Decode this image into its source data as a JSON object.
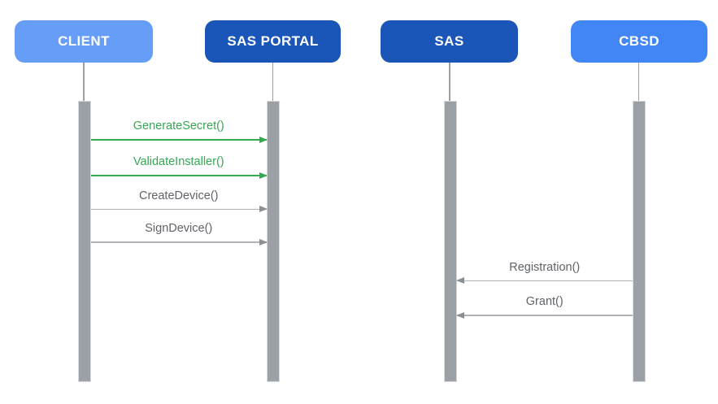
{
  "diagram_type": "sequence-diagram",
  "actors": [
    {
      "id": "client",
      "label": "CLIENT"
    },
    {
      "id": "sas_portal",
      "label": "SAS PORTAL"
    },
    {
      "id": "sas",
      "label": "SAS"
    },
    {
      "id": "cbsd",
      "label": "CBSD"
    }
  ],
  "messages": [
    {
      "label": "GenerateSecret()",
      "from": "CLIENT",
      "to": "SAS PORTAL",
      "direction": "right",
      "emphasis": "green"
    },
    {
      "label": "ValidateInstaller()",
      "from": "CLIENT",
      "to": "SAS PORTAL",
      "direction": "right",
      "emphasis": "green"
    },
    {
      "label": "CreateDevice()",
      "from": "CLIENT",
      "to": "SAS PORTAL",
      "direction": "right",
      "emphasis": "gray"
    },
    {
      "label": "SignDevice()",
      "from": "CLIENT",
      "to": "SAS PORTAL",
      "direction": "right",
      "emphasis": "gray"
    },
    {
      "label": "Registration()",
      "from": "CBSD",
      "to": "SAS",
      "direction": "left",
      "emphasis": "gray"
    },
    {
      "label": "Grant()",
      "from": "CBSD",
      "to": "SAS",
      "direction": "left",
      "emphasis": "gray"
    }
  ],
  "colors": {
    "background": "#ffffff",
    "client_fill": "#669df6",
    "sas_portal_fill": "#1a56b8",
    "sas_fill": "#1a56b8",
    "cbsd_fill": "#4285f4",
    "actor_text": "#ffffff",
    "green_message": "#34a853",
    "gray_message_text": "#5f6368",
    "gray_message_line": "#b0b4b8",
    "gray_arrowhead": "#8a8f94",
    "lifeline": "#9aa0a6",
    "activation_fill": "#9aa0a6",
    "activation_border": "#d8dadc"
  }
}
